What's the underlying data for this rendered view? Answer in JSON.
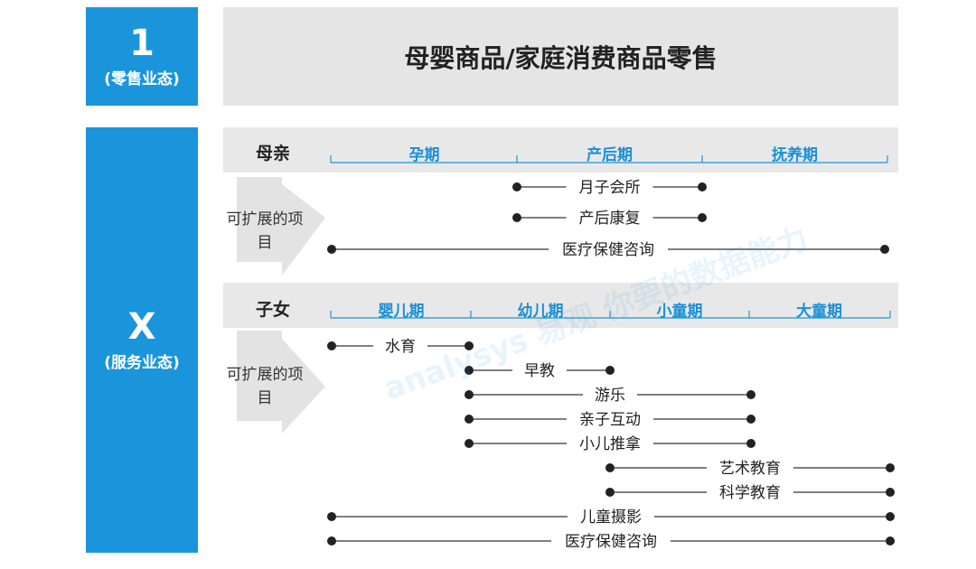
{
  "left_boxes": {
    "retail": {
      "number": "1",
      "label": "(零售业态)"
    },
    "service": {
      "number": "X",
      "label": "(服务业态)"
    }
  },
  "banner": {
    "title": "母婴商品/家庭消费商品零售"
  },
  "mother": {
    "title": "母亲",
    "phases": [
      "孕期",
      "产后期",
      "抚养期"
    ],
    "expand_label": "可扩展的项目",
    "items": [
      {
        "label": "月子会所",
        "start": 1,
        "end": 2
      },
      {
        "label": "产后康复",
        "start": 1,
        "end": 2
      },
      {
        "label": "医疗保健咨询",
        "start": 0,
        "end": 3
      }
    ]
  },
  "child": {
    "title": "子女",
    "phases": [
      "婴儿期",
      "幼儿期",
      "小童期",
      "大童期"
    ],
    "expand_label": "可扩展的项目",
    "items": [
      {
        "label": "水育",
        "start": 0,
        "end": 1
      },
      {
        "label": "早教",
        "start": 1,
        "end": 2
      },
      {
        "label": "游乐",
        "start": 1,
        "end": 3
      },
      {
        "label": "亲子互动",
        "start": 1,
        "end": 3
      },
      {
        "label": "小儿推拿",
        "start": 1,
        "end": 3
      },
      {
        "label": "艺术教育",
        "start": 2,
        "end": 4
      },
      {
        "label": "科学教育",
        "start": 2,
        "end": 4
      },
      {
        "label": "儿童摄影",
        "start": 0,
        "end": 4
      },
      {
        "label": "医疗保健咨询",
        "start": 0,
        "end": 4
      }
    ]
  },
  "watermark": {
    "text": "analysys 易观 你要的数据能力"
  },
  "colors": {
    "accent": "#1a95dc",
    "band": "#e8e8e8",
    "line": "#333333"
  }
}
